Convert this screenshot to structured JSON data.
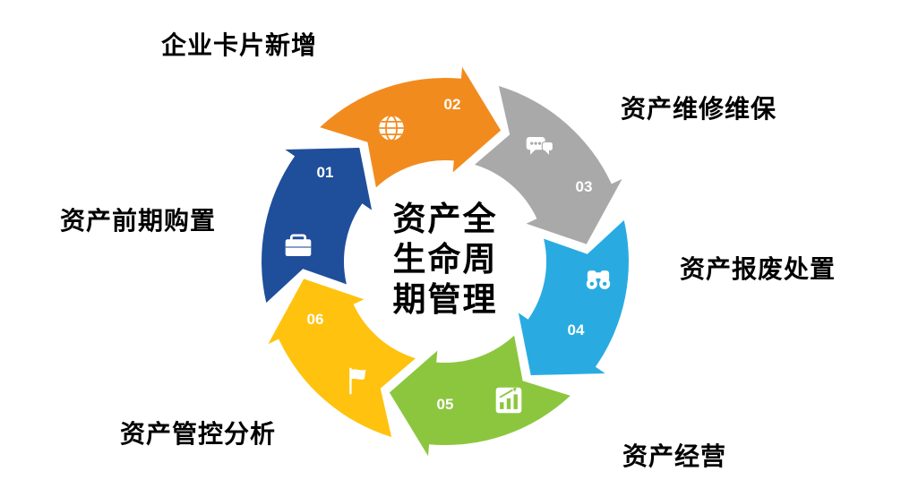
{
  "background": "#FFFFFF",
  "center_title": {
    "line1": "资产全",
    "line2": "生命周",
    "line3": "期管理"
  },
  "segments": [
    {
      "number": "01",
      "label": "资产前期购置",
      "color": "#1F4E9B",
      "icon": "briefcase-icon"
    },
    {
      "number": "02",
      "label": "企业卡片新增",
      "color": "#F28B1E",
      "icon": "globe-icon"
    },
    {
      "number": "03",
      "label": "资产维修维保",
      "color": "#A9A9A9",
      "icon": "chat-bubbles-icon"
    },
    {
      "number": "04",
      "label": "资产报废处置",
      "color": "#29ABE2",
      "icon": "binoculars-icon"
    },
    {
      "number": "05",
      "label": "资产经营",
      "color": "#8CC63F",
      "icon": "bar-chart-icon"
    },
    {
      "number": "06",
      "label": "资产管控分析",
      "color": "#FFC20E",
      "icon": "flag-icon"
    }
  ]
}
